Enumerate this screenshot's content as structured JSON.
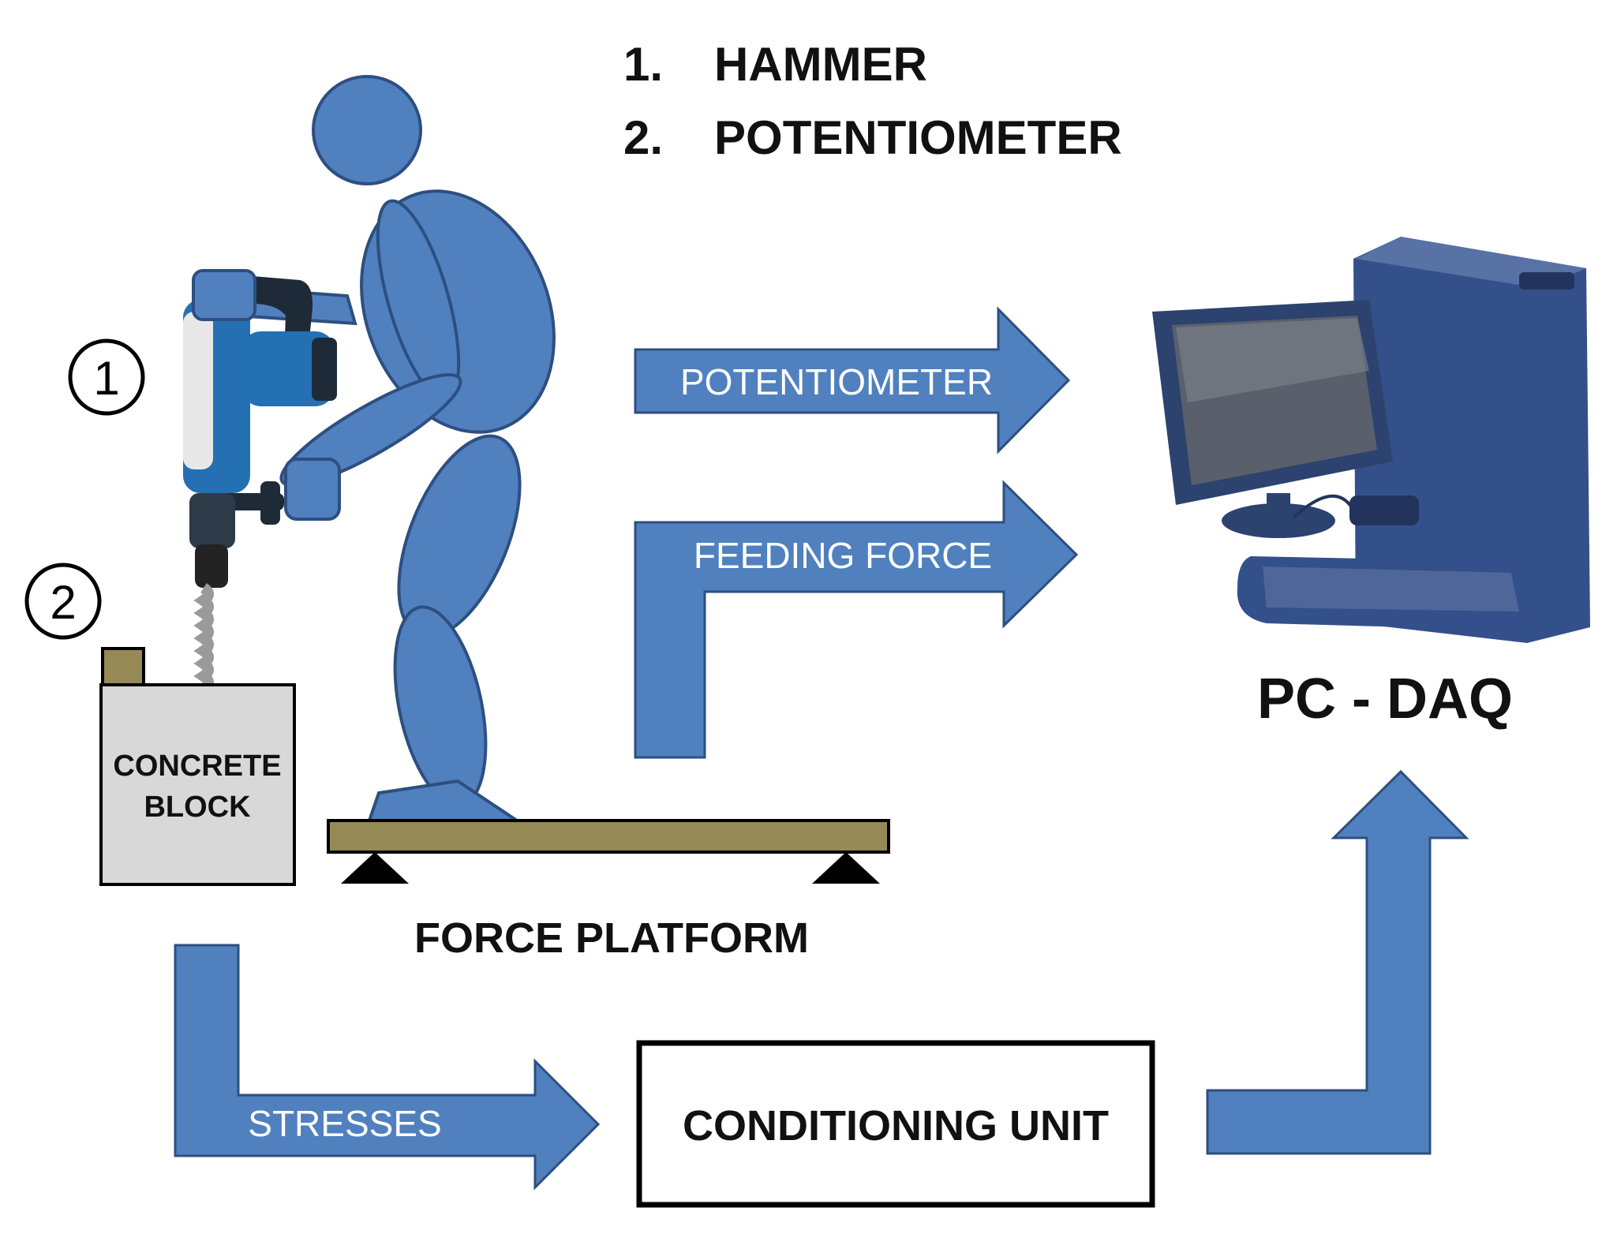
{
  "legend": {
    "item1_num": "1.",
    "item1_label": "HAMMER",
    "item2_num": "2.",
    "item2_label": "POTENTIOMETER"
  },
  "markers": {
    "hammer_marker": "1",
    "potentiometer_marker": "2"
  },
  "labels": {
    "concrete_line1": "CONCRETE",
    "concrete_line2": "BLOCK",
    "force_platform": "FORCE PLATFORM",
    "pc_daq": "PC - DAQ",
    "conditioning_unit": "CONDITIONING UNIT"
  },
  "arrows": {
    "potentiometer": "POTENTIOMETER",
    "feeding_force": "FEEDING FORCE",
    "stresses": "STRESSES"
  },
  "colors": {
    "figure_blue": "#5080be",
    "outline_blue": "#2d4f80",
    "platform_olive": "#958a55",
    "block_gray": "#d8d8d8",
    "computer_navy": "#34508a"
  }
}
